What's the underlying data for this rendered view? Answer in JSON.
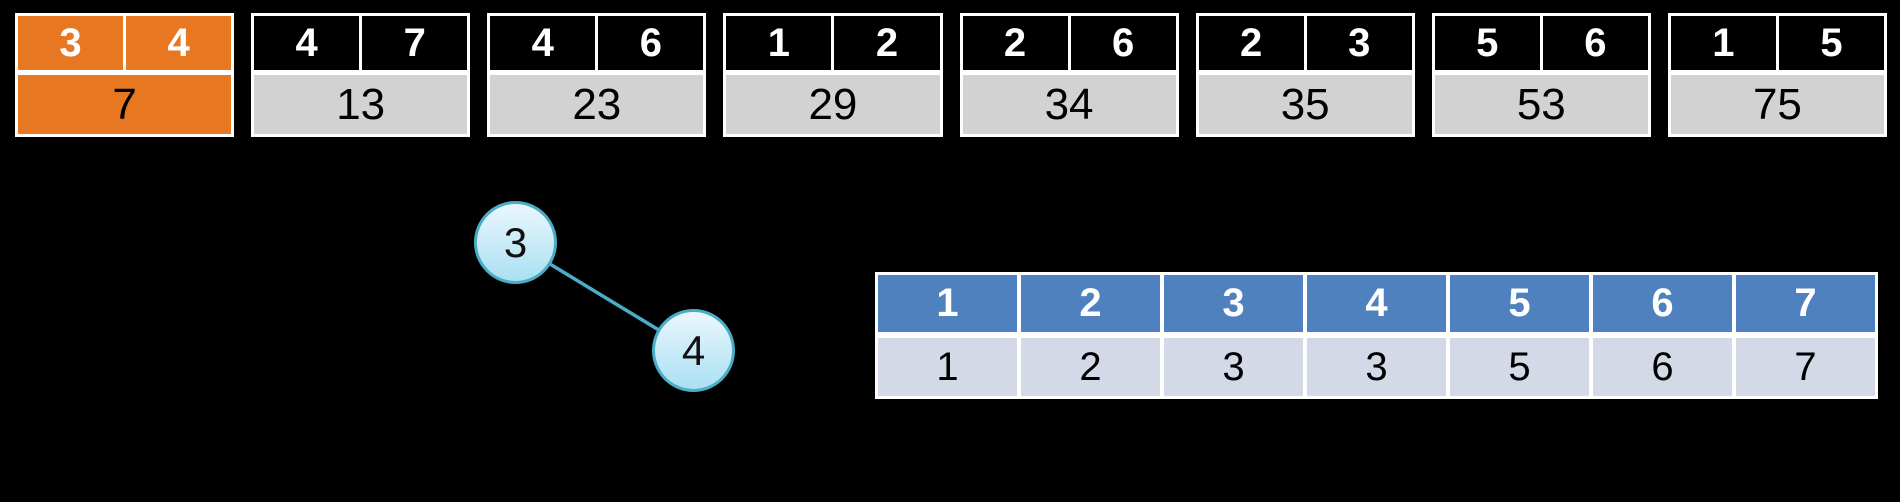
{
  "colors": {
    "background": "#000000",
    "highlight-orange": "#E87722",
    "cell-black": "#000000",
    "cell-gray": "#D2D2D2",
    "table-header-blue": "#4E81BD",
    "table-body-lavender": "#D4D9E8",
    "node-stroke": "#4BACC6",
    "node-fill-top": "#EAF7FD",
    "node-fill-bottom": "#ABE0F3",
    "text-light": "#FFFFFF",
    "text-dark": "#000000"
  },
  "edge_list": {
    "items": [
      {
        "a": "3",
        "b": "4",
        "weight": "7",
        "highlighted": true
      },
      {
        "a": "4",
        "b": "7",
        "weight": "13",
        "highlighted": false
      },
      {
        "a": "4",
        "b": "6",
        "weight": "23",
        "highlighted": false
      },
      {
        "a": "1",
        "b": "2",
        "weight": "29",
        "highlighted": false
      },
      {
        "a": "2",
        "b": "6",
        "weight": "34",
        "highlighted": false
      },
      {
        "a": "2",
        "b": "3",
        "weight": "35",
        "highlighted": false
      },
      {
        "a": "5",
        "b": "6",
        "weight": "53",
        "highlighted": false
      },
      {
        "a": "1",
        "b": "5",
        "weight": "75",
        "highlighted": false
      }
    ]
  },
  "graph": {
    "nodes": [
      {
        "label": "3"
      },
      {
        "label": "4"
      }
    ],
    "edges": [
      {
        "from": "3",
        "to": "4"
      }
    ]
  },
  "parent_table": {
    "header": [
      "1",
      "2",
      "3",
      "4",
      "5",
      "6",
      "7"
    ],
    "values": [
      "1",
      "2",
      "3",
      "3",
      "5",
      "6",
      "7"
    ]
  }
}
